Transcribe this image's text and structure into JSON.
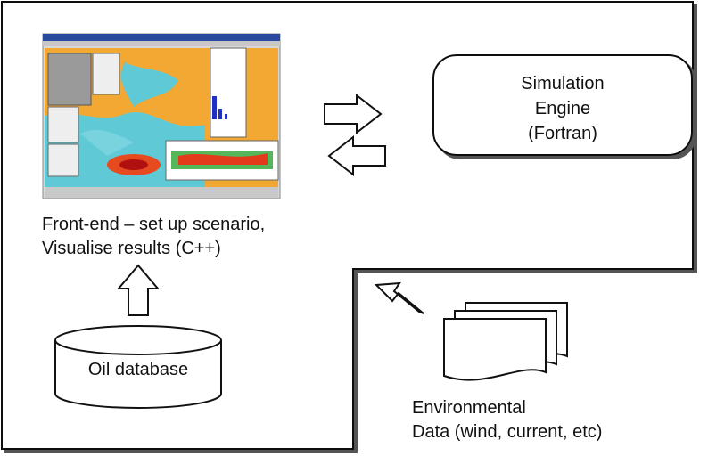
{
  "screenshot": {
    "description_icons": [
      "map-window",
      "chart-panel",
      "toolbar"
    ]
  },
  "frontend": {
    "line1": "Front-end – set up scenario,",
    "line2": "Visualise results (C++)"
  },
  "engine": {
    "line1": "Simulation",
    "line2": "Engine",
    "line3": "(Fortran)"
  },
  "database": {
    "label": "Oil database"
  },
  "environmental": {
    "line1": "Environmental",
    "line2": "Data (wind, current, etc)"
  }
}
